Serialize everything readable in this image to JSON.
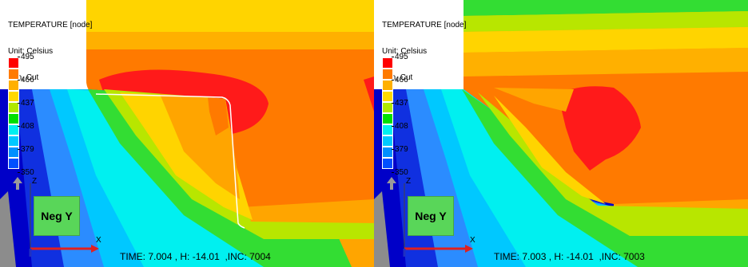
{
  "panels": [
    {
      "legend": {
        "title": "TEMPERATURE [node]",
        "unit": "Unit: Celsius",
        "note": "Frin, Cut",
        "values": [
          "495",
          "466",
          "437",
          "408",
          "379",
          "350"
        ]
      },
      "view_label": "Neg Y",
      "axis_z": "Z",
      "axis_x": "X",
      "footer": {
        "time_label": "TIME:",
        "time": "7.004",
        "h_label": ", H:",
        "h": "-14.01",
        "inc_label": ",INC:",
        "inc": "7004"
      }
    },
    {
      "legend": {
        "title": "TEMPERATURE [node]",
        "unit": "Unit: Celsius",
        "note": "Frin, Cut",
        "values": [
          "495",
          "466",
          "437",
          "408",
          "379",
          "350"
        ]
      },
      "view_label": "Neg Y",
      "axis_z": "Z",
      "axis_x": "X",
      "footer": {
        "time_label": "TIME:",
        "time": "7.003",
        "h_label": ", H:",
        "h": "-14.01",
        "inc_label": ",INC:",
        "inc": "7003"
      }
    }
  ],
  "colors": {
    "band_red": "#ff1a1a",
    "band_orange_dark": "#ff7a00",
    "band_orange": "#ffa500",
    "band_yellow": "#ffd400",
    "band_yellow_green": "#b8e600",
    "band_green": "#33dd33",
    "band_cyan": "#00f0f0",
    "band_sky": "#00c8ff",
    "band_blue_light": "#2b8cff",
    "band_blue": "#1030e0",
    "band_navy": "#0000c8",
    "scale": [
      "#ff0000",
      "#ff7a00",
      "#ffb000",
      "#ffd800",
      "#b0e800",
      "#00e000",
      "#00f0f0",
      "#00c8ff",
      "#0090ff",
      "#0050ff",
      "#0000d0"
    ]
  }
}
